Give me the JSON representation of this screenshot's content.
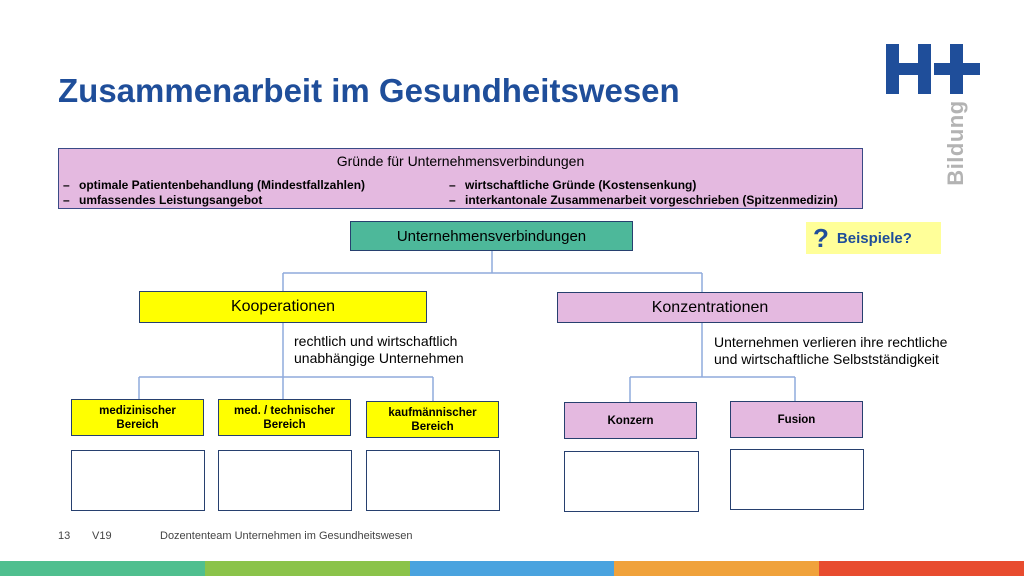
{
  "title": "Zusammenarbeit im Gesundheitswesen",
  "logo": {
    "word": "Bildung",
    "color": "#1f4e9a"
  },
  "reasons": {
    "heading": "Gründe für Unternehmensverbindungen",
    "items": [
      "optimale Patientenbehandlung (Mindestfallzahlen)",
      "wirtschaftliche Gründe (Kostensenkung)",
      "umfassendes Leistungsangebot",
      "interkantonale Zusammenarbeit vorgeschrieben (Spitzenmedizin)"
    ],
    "dash": "–"
  },
  "diagram": {
    "root": "Unternehmensverbindungen",
    "kooperationen": {
      "label": "Kooperationen",
      "note_line1": "rechtlich und wirtschaftlich",
      "note_line2": "unabhängige Unternehmen",
      "children": [
        {
          "line1": "medizinischer",
          "line2": "Bereich"
        },
        {
          "line1": "med. / technischer",
          "line2": "Bereich"
        },
        {
          "line1": "kaufmännischer",
          "line2": "Bereich"
        }
      ]
    },
    "konzentrationen": {
      "label": "Konzentrationen",
      "note_line1": "Unternehmen verlieren ihre rechtliche",
      "note_line2": "und wirtschaftliche Selbstständigkeit",
      "children": [
        "Konzern",
        "Fusion"
      ]
    }
  },
  "beispiele": {
    "label": "Beispiele?",
    "icon": "question-mark-icon"
  },
  "footer": {
    "page": "13",
    "version": "V19",
    "text": "Dozententeam Unternehmen im Gesundheitswesen"
  },
  "colors": {
    "title": "#1f4e9a",
    "pink": "#e4b9e0",
    "yellow": "#ffff00",
    "green": "#4db89a",
    "bar_colors": [
      "#4fbf8f",
      "#8bc34a",
      "#4aa3df",
      "#f0a23b",
      "#e84c2f"
    ]
  }
}
